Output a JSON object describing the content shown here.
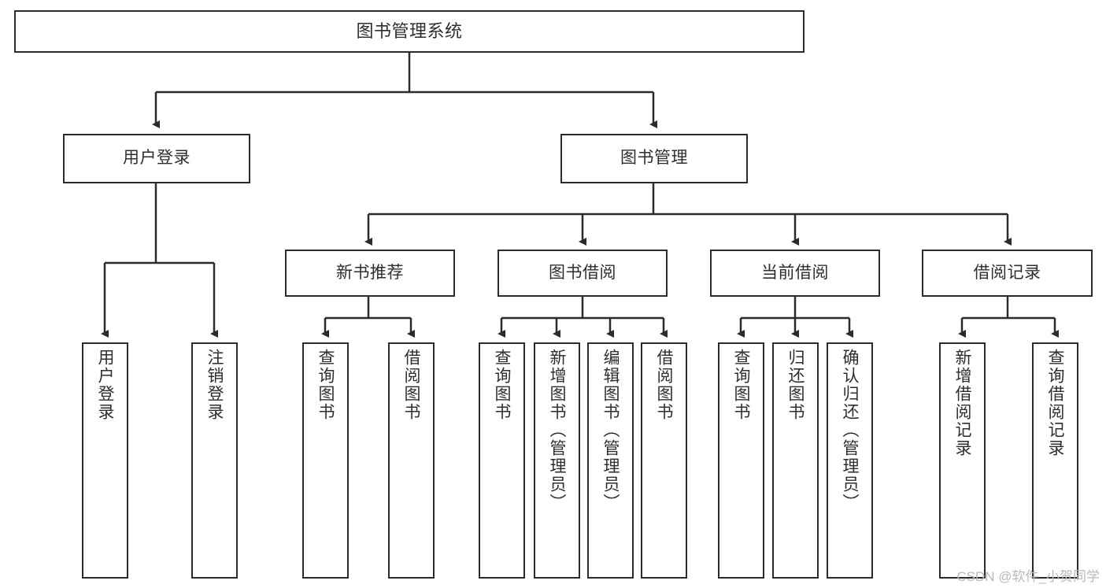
{
  "diagram": {
    "title": "图书管理系统",
    "type": "tree",
    "watermark": "CSDN @软件_小贺同学",
    "line_color": "#2b2b2b",
    "box_fill": "#ffffff",
    "text_color": "#2e2e2e",
    "watermark_color": "#b9b9b9"
  },
  "nodes": {
    "root": {
      "label": "图书管理系统"
    },
    "level1": [
      {
        "id": "user-login",
        "label": "用户登录"
      },
      {
        "id": "book-manage",
        "label": "图书管理"
      }
    ],
    "level2": [
      {
        "id": "new-book-recommend",
        "label": "新书推荐"
      },
      {
        "id": "book-borrow",
        "label": "图书借阅"
      },
      {
        "id": "current-borrow",
        "label": "当前借阅"
      },
      {
        "id": "borrow-record",
        "label": "借阅记录"
      }
    ],
    "leaves": {
      "user_login": [
        {
          "id": "leaf-user-login",
          "label": "用户登录"
        },
        {
          "id": "leaf-logout-login",
          "label": "注销登录"
        }
      ],
      "new_book_recommend": [
        {
          "id": "leaf-query-book-1",
          "label": "查询图书"
        },
        {
          "id": "leaf-borrow-book-1",
          "label": "借阅图书"
        }
      ],
      "book_borrow": [
        {
          "id": "leaf-query-book-2",
          "label": "查询图书"
        },
        {
          "id": "leaf-add-book",
          "label": "新增图书（管理员）"
        },
        {
          "id": "leaf-edit-book",
          "label": "编辑图书（管理员）"
        },
        {
          "id": "leaf-borrow-book-2",
          "label": "借阅图书"
        }
      ],
      "current_borrow": [
        {
          "id": "leaf-query-book-3",
          "label": "查询图书"
        },
        {
          "id": "leaf-return-book",
          "label": "归还图书"
        },
        {
          "id": "leaf-confirm-return",
          "label": "确认归还（管理员）"
        }
      ],
      "borrow_record": [
        {
          "id": "leaf-add-record",
          "label": "新增借阅记录"
        },
        {
          "id": "leaf-query-record",
          "label": "查询借阅记录"
        }
      ]
    }
  }
}
